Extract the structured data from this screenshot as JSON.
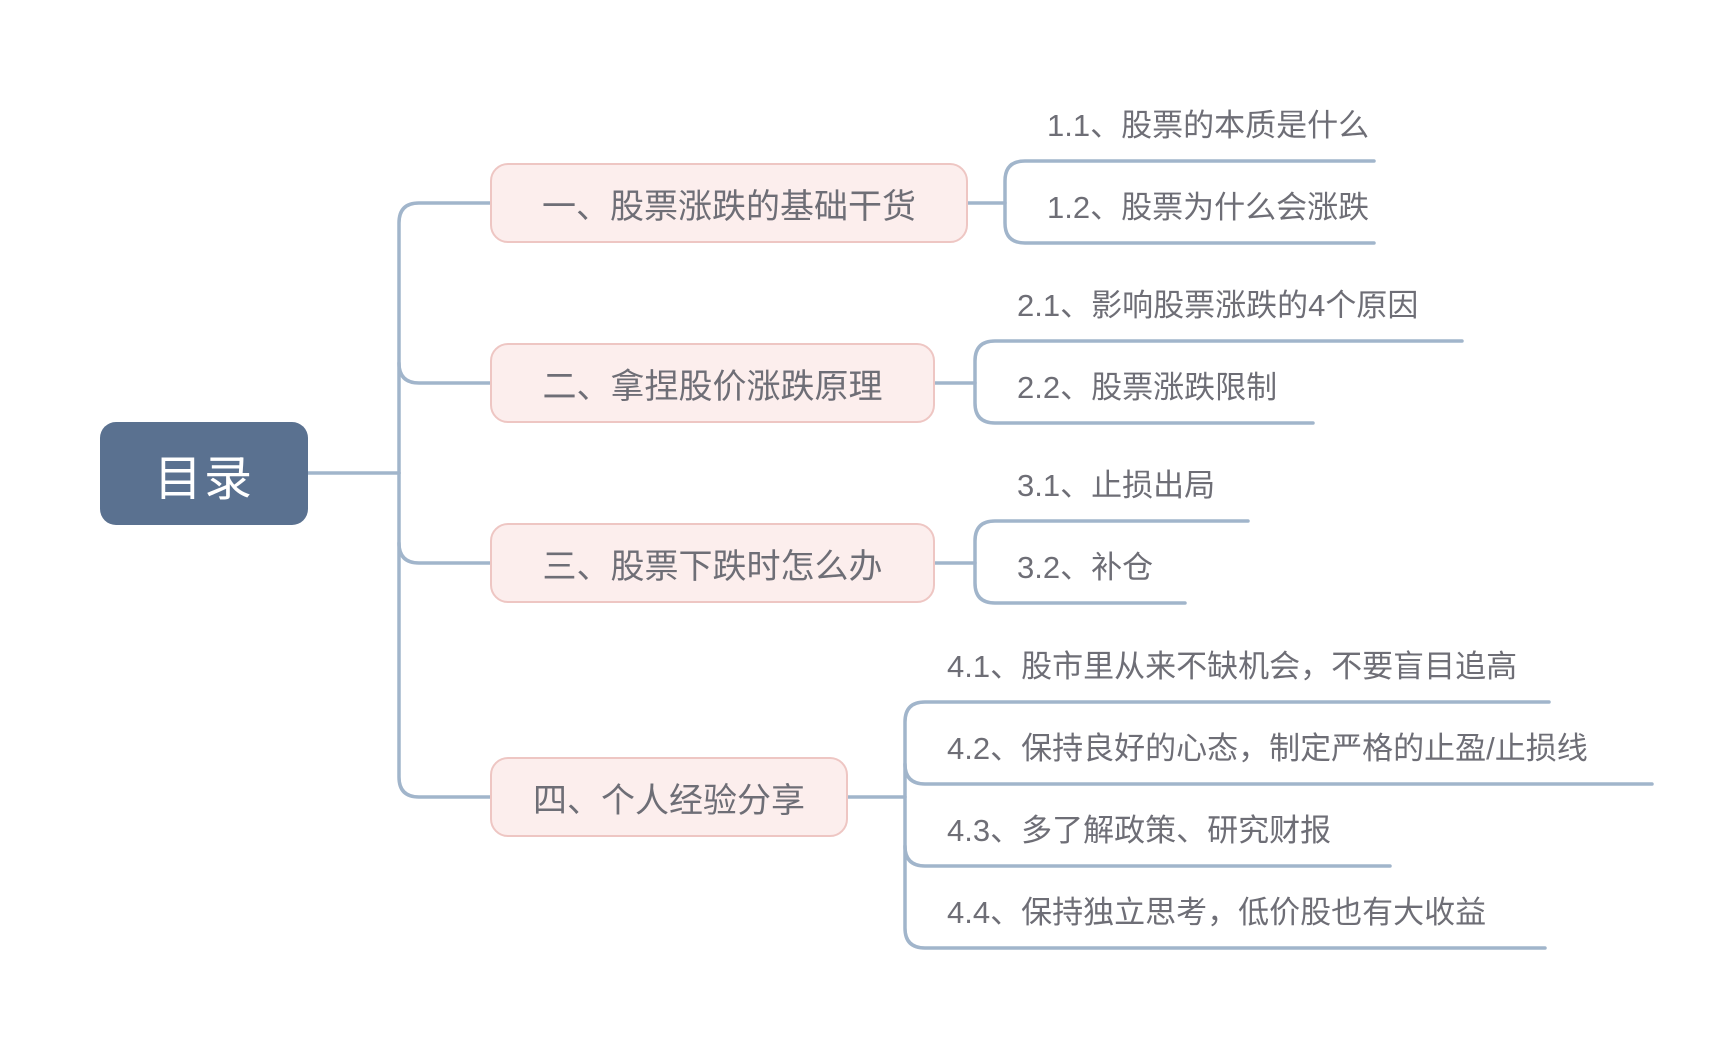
{
  "diagram": {
    "type": "mindmap",
    "root": {
      "label": "目录"
    },
    "branches": [
      {
        "label": "一、股票涨跌的基础干货",
        "children": [
          {
            "label": "1.1、股票的本质是什么"
          },
          {
            "label": "1.2、股票为什么会涨跌"
          }
        ]
      },
      {
        "label": "二、拿捏股价涨跌原理",
        "children": [
          {
            "label": "2.1、影响股票涨跌的4个原因"
          },
          {
            "label": "2.2、股票涨跌限制"
          }
        ]
      },
      {
        "label": "三、股票下跌时怎么办",
        "children": [
          {
            "label": "3.1、止损出局"
          },
          {
            "label": "3.2、补仓"
          }
        ]
      },
      {
        "label": "四、个人经验分享",
        "children": [
          {
            "label": "4.1、股市里从来不缺机会，不要盲目追高"
          },
          {
            "label": "4.2、保持良好的心态，制定严格的止盈/止损线"
          },
          {
            "label": "4.3、多了解政策、研究财报"
          },
          {
            "label": "4.4、保持独立思考，低价股也有大收益"
          }
        ]
      }
    ],
    "colors": {
      "root_fill": "#5a7190",
      "root_text": "#ffffff",
      "branch_fill": "#fceeed",
      "branch_border": "#eec6c3",
      "text_gray": "#6e6e76",
      "connector": "#a1b5cb",
      "background": "#ffffff"
    }
  }
}
